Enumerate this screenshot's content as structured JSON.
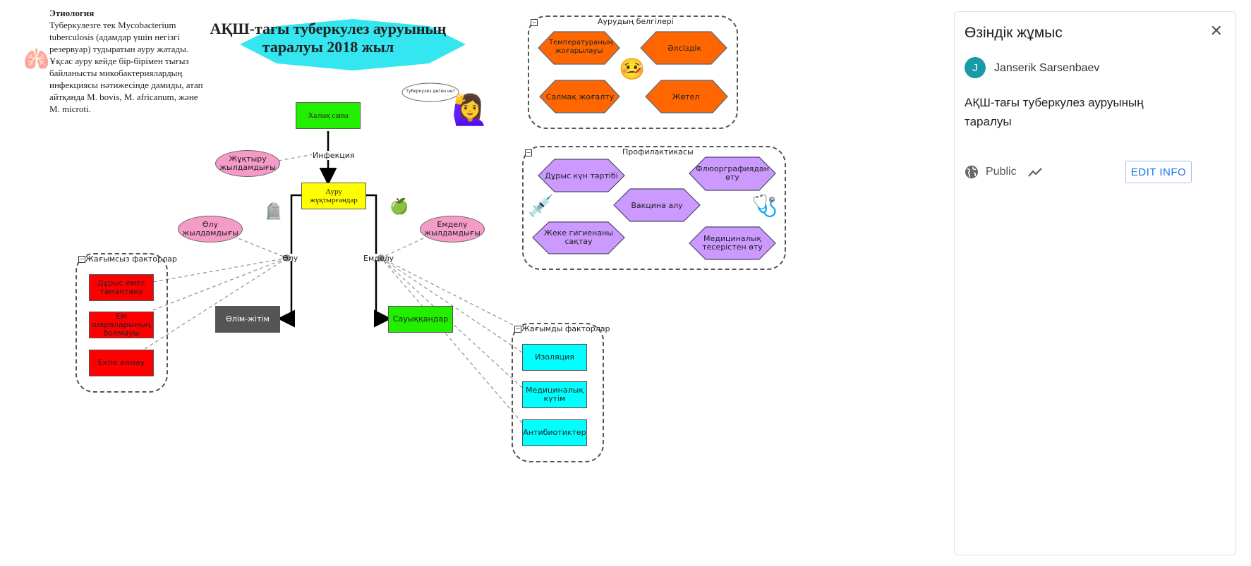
{
  "etiology": {
    "heading": "Этиология",
    "body": "Туберкулезге тек Mycobacterium tuberculosis (адамдар үшін негізгі резервуар) тудыратын ауру жатады. Ұқсас ауру кейде бір-бірімен тығыз байланысты микобактериялардың инфекциясы нәтижесінде дамиды, атап айтқанда M. bovis, M. africanum, және M. microti."
  },
  "diagram": {
    "title": "АҚШ-тағы туберкулез ауруының таралуы 2018 жыл",
    "speech_bubble": "Туберкулез деген не?",
    "nodes": {
      "population": "Халық саны",
      "infected": "Ауру жұқтырғандар",
      "deaths": "Өлім-жітім",
      "recovered": "Сауыққандар",
      "infection_rate": "Жұқтыру жылдамдығы",
      "death_rate": "Өлу жылдамдығы",
      "treatment_rate": "Емделу жылдамдығы"
    },
    "edge_labels": {
      "infection": "Инфекция",
      "death": "Өлу",
      "treatment": "Емделу"
    },
    "negative_factors": {
      "title": "Жағымсыз факторлар",
      "items": [
        "Дұрыс емес тамақтану",
        "Ем шараларының болмауы",
        "Екпе алмау"
      ]
    },
    "positive_factors": {
      "title": "Жағымды факторлар",
      "items": [
        "Изоляция",
        "Медициналық күтім",
        "Антибиотиктер"
      ]
    },
    "symptoms": {
      "title": "Аурудың белгілері",
      "items": [
        "Температураның жоғарылауы",
        "Әлсіздік",
        "Салмақ жоғалту",
        "Жөтел"
      ]
    },
    "prevention": {
      "title": "Профилактикасы",
      "items": [
        "Дұрыс күн тәртібі",
        "Флюорграфиядан өту",
        "Вакцина алу",
        "Жеке гигиенаны сақтау",
        "Медициналық тесерістен өту"
      ]
    }
  },
  "panel": {
    "title": "Өзіндік жұмыс",
    "close": "✕",
    "author_initial": "J",
    "author_name": "Janserik Sarsenbaev",
    "model_title": "АҚШ-тағы туберкулез ауруының таралуы",
    "visibility": "Public",
    "edit_button": "EDIT INFO"
  },
  "colors": {
    "accent": "#1a73e8",
    "avatar": "#1a9aa8",
    "population": "#22ee00",
    "infected": "#ffff00",
    "deaths": "#555555",
    "negative": "#ff0000",
    "positive": "#00ffff",
    "symptom": "#ff6600",
    "prevention": "#cc99ff",
    "title_banner": "#33e6f0"
  },
  "icons": [
    "lungs-icon",
    "person-raising-hand-icon",
    "tombstone-icon",
    "green-apple-icon",
    "face-with-thermometer-icon",
    "syringe-icon",
    "stethoscope-icon",
    "globe-icon",
    "trend-icon",
    "close-icon"
  ]
}
